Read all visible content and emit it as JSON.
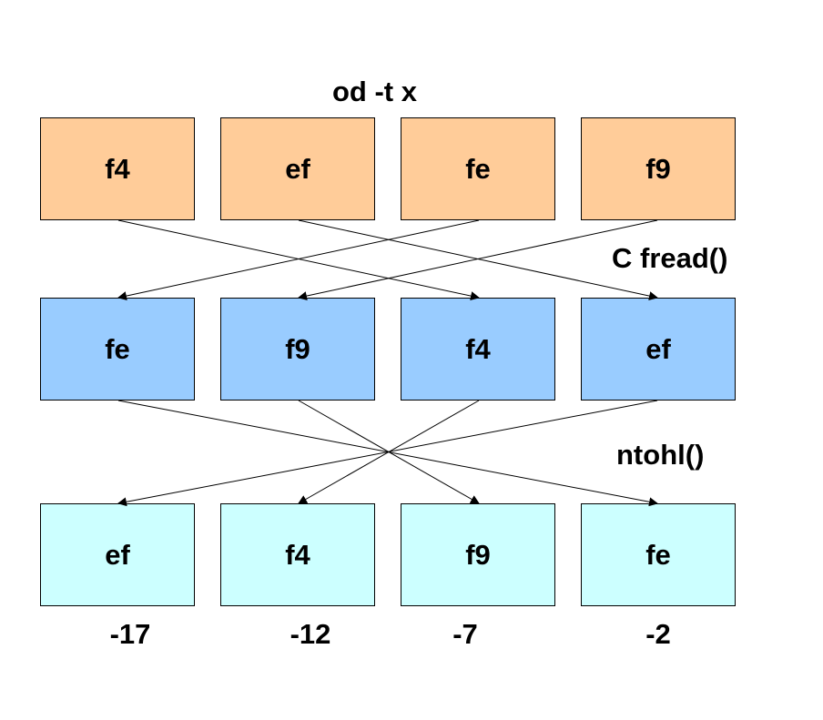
{
  "title": "od -t x",
  "steps": {
    "first": "C fread()",
    "second": "ntohl()"
  },
  "rows": {
    "top": [
      "f4",
      "ef",
      "fe",
      "f9"
    ],
    "middle": [
      "fe",
      "f9",
      "f4",
      "ef"
    ],
    "bottom": [
      "ef",
      "f4",
      "f9",
      "fe"
    ]
  },
  "values": [
    "-17",
    "-12",
    "-7",
    "-2"
  ],
  "colors": {
    "top": "#ffcc99",
    "middle": "#99ccff",
    "bottom": "#ccffff",
    "border": "#000000",
    "text": "#000000"
  },
  "connections": {
    "top_to_middle": [
      [
        0,
        2
      ],
      [
        1,
        3
      ],
      [
        2,
        0
      ],
      [
        3,
        1
      ]
    ],
    "middle_to_bottom": [
      [
        0,
        3
      ],
      [
        1,
        2
      ],
      [
        2,
        1
      ],
      [
        3,
        0
      ]
    ]
  }
}
